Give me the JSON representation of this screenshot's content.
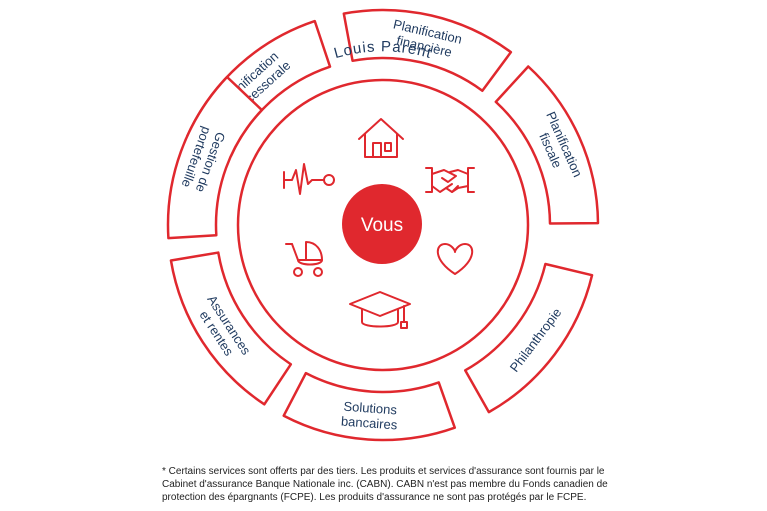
{
  "advisor_name": "Louis Parent",
  "center_label": "Vous",
  "segments": [
    {
      "lines": [
        "Planification",
        "successorale"
      ]
    },
    {
      "lines": [
        "Planification",
        "financière"
      ]
    },
    {
      "lines": [
        "Planification",
        "fiscale"
      ]
    },
    {
      "lines": [
        "Philanthropie"
      ]
    },
    {
      "lines": [
        "Solutions",
        "bancaires"
      ]
    },
    {
      "lines": [
        "Assurances",
        "et rentes"
      ]
    },
    {
      "lines": [
        "Gestion de",
        "portefeuille"
      ]
    }
  ],
  "icons": [
    "house-icon",
    "handshake-icon",
    "heart-icon",
    "graduation-cap-icon",
    "stroller-icon",
    "pulse-key-icon"
  ],
  "footnote": "* Certains services sont offerts par des tiers. Les produits et services d'assurance sont fournis par le Cabinet d'assurance Banque Nationale inc. (CABN). CABN n'est pas membre du Fonds canadien de protection des épargnants (FCPE). Les produits d'assurance ne sont pas protégés par le FCPE.",
  "colors": {
    "accent": "#e0282e",
    "text": "#1f3a5f"
  }
}
